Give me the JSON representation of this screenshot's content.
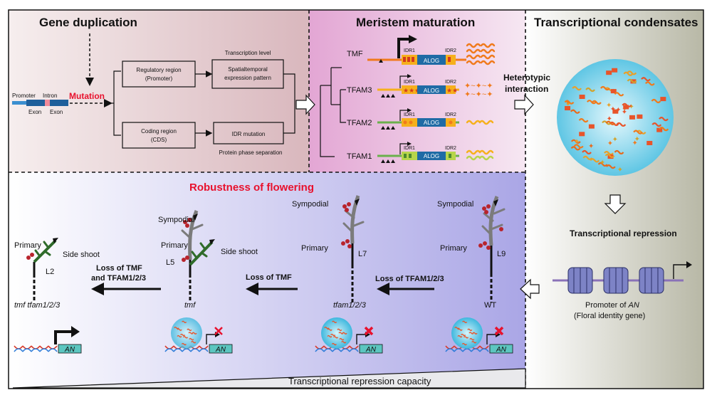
{
  "panels": {
    "gene_duplication": {
      "title": "Gene duplication",
      "mutation": "Mutation",
      "gene_labels": {
        "promoter": "Promoter",
        "intron": "Intron",
        "exon1": "Exon",
        "exon2": "Exon"
      },
      "transcription_level": "Transcription level",
      "regulatory_region": [
        "Regulatory region",
        "(Promoter)"
      ],
      "spatiotemporal": [
        "Spatialtemporal",
        "expression pattern"
      ],
      "coding_region": [
        "Coding region",
        "(CDS)"
      ],
      "idr_mutation": "IDR mutation",
      "phase_separation": "Protein phase separation"
    },
    "meristem_maturation": {
      "title": "Meristem maturation",
      "genes": [
        "TMF",
        "TFAM3",
        "TFAM2",
        "TFAM1"
      ],
      "idr1": "IDR1",
      "idr2": "IDR2",
      "alog": "ALOG"
    },
    "heterotypic": [
      "Heterotypic",
      "interaction"
    ],
    "transcriptional_condensates": {
      "title": "Transcriptional condensates"
    },
    "transcriptional_repression": {
      "title": "Transcriptional repression",
      "promoter_line1": "Promoter of ",
      "promoter_gene": "AN",
      "promoter_line2": "(Floral identity gene)"
    },
    "robustness": {
      "title": "Robustness of flowering",
      "title_color": "#e8112d",
      "plants": {
        "wt": {
          "sympodial": "Sympodial",
          "primary": "Primary",
          "leaf": "L9",
          "genotype": "WT"
        },
        "tfam": {
          "sympodial": "Sympodial",
          "primary": "Primary",
          "leaf": "L7",
          "genotype": "tfam1/2/3"
        },
        "tmf": {
          "sympodial": "Sympodial",
          "primary": "Primary",
          "leaf": "L5",
          "side_shoot": "Side shoot",
          "genotype": "tmf"
        },
        "tmf_tfam": {
          "primary": "Primary",
          "leaf": "L2",
          "side_shoot": "Side shoot",
          "genotype": "tmf tfam1/2/3"
        }
      },
      "arrows": {
        "loss_tfam": "Loss of TFAM1/2/3",
        "loss_tmf": "Loss of TMF",
        "loss_both": [
          "Loss of TMF",
          "and TFAM1/2/3"
        ]
      },
      "an_label": "AN",
      "capacity": "Transcriptional repression capacity"
    }
  },
  "colors": {
    "accent_red": "#e8112d",
    "idr_orange": "#f07a1c",
    "alog_blue": "#1f6ba5",
    "condensate_cyan": "#7fd3ea",
    "dna_teal": "#5cc6c0"
  }
}
